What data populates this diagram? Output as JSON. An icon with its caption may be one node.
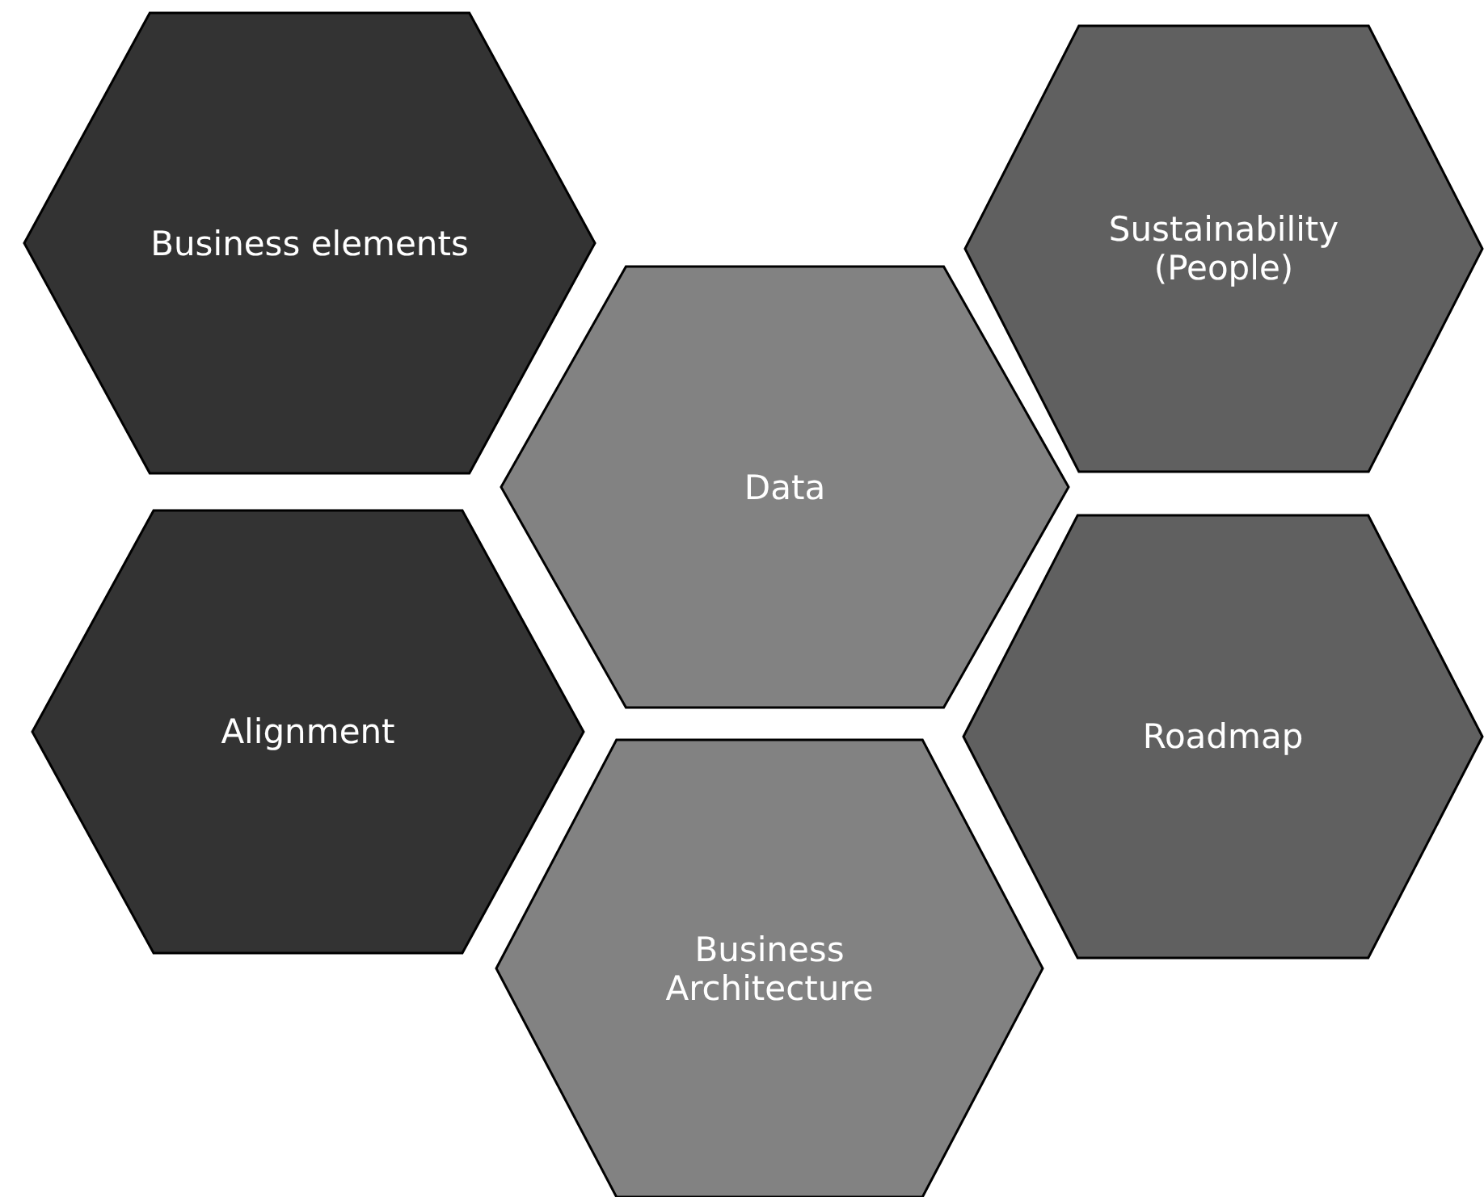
{
  "diagram": {
    "nodes": [
      {
        "text": [
          "Business elements"
        ]
      },
      {
        "text": [
          "Sustainability (People)"
        ]
      },
      {
        "text": [
          "Data"
        ]
      },
      {
        "text": [
          "Alignment"
        ]
      },
      {
        "text": [
          "Roadmap"
        ]
      },
      {
        "text": [
          "Business Architecture"
        ]
      }
    ]
  }
}
